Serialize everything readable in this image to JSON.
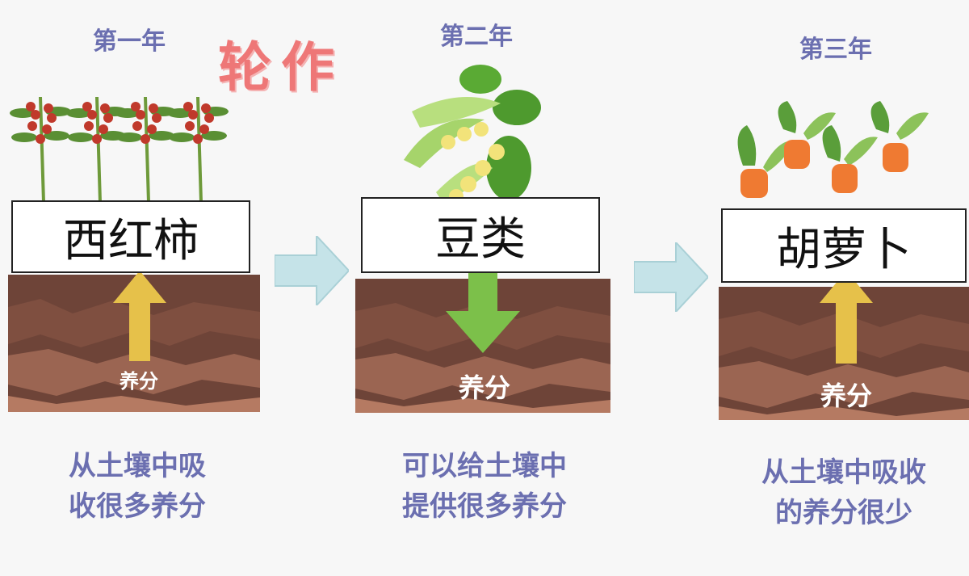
{
  "title": "轮作",
  "panels": [
    {
      "year": "第一年",
      "crop": "西红柿",
      "nutrient": "养分",
      "direction": "up",
      "caption_line1": "从土壤中吸",
      "caption_line2": "收很多养分"
    },
    {
      "year": "第二年",
      "crop": "豆类",
      "nutrient": "养分",
      "direction": "down",
      "caption_line1": "可以给土壤中",
      "caption_line2": "提供很多养分"
    },
    {
      "year": "第三年",
      "crop": "胡萝卜",
      "nutrient": "养分",
      "direction": "up",
      "caption_line1": "从土壤中吸收",
      "caption_line2": "的养分很少"
    }
  ],
  "colors": {
    "text_purple": "#6b6fb0",
    "title_pink": "#ee7777",
    "arrow_up": "#e6c14a",
    "arrow_down": "#7cc04a",
    "flow_arrow": "#c5e3e8",
    "soil_dark": "#6e4438",
    "soil_light": "#9b6552"
  }
}
